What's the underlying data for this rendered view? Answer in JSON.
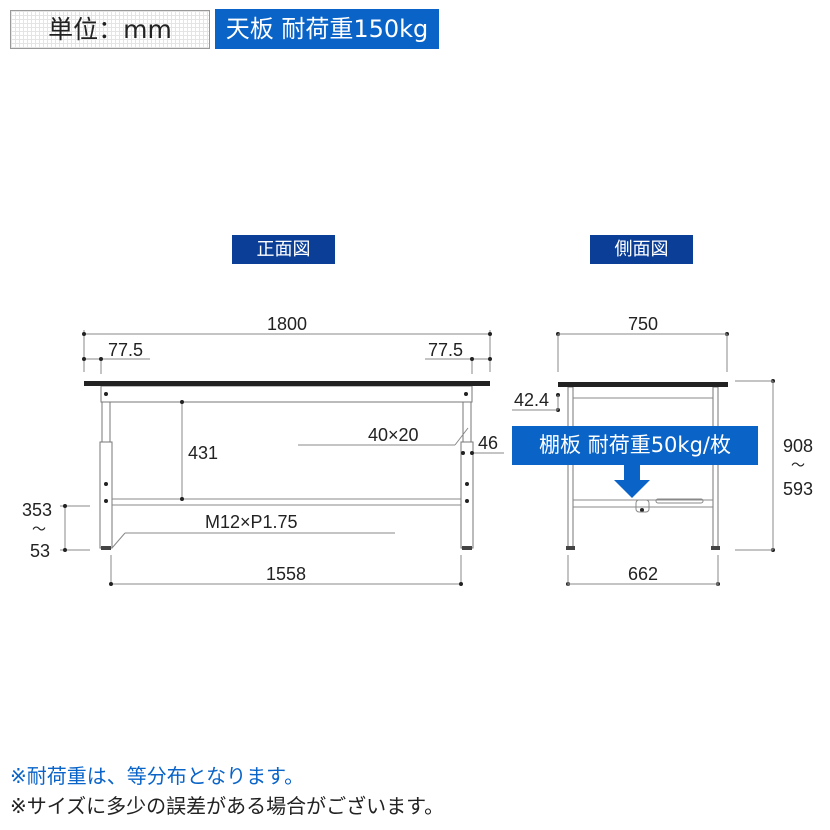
{
  "header": {
    "unit_label": "単位：mm",
    "tabletop_load": "天板 耐荷重150kg"
  },
  "views": {
    "front": "正面図",
    "side": "側面図"
  },
  "front_dims": {
    "width": "1800",
    "offset_left": "77.5",
    "offset_right": "77.5",
    "apron_to_bar": "431",
    "frame": "40×20",
    "leg": "46",
    "adjust_max": "353",
    "tilde": "～",
    "adjust_min": "53",
    "bolt": "M12×P1.75",
    "inner_width": "1558"
  },
  "side_dims": {
    "depth": "750",
    "apron": "42.4",
    "height_max": "908",
    "tilde": "～",
    "height_min": "593",
    "inner_depth": "662"
  },
  "shelf_load": "棚板 耐荷重50kg/枚",
  "notes": [
    "※耐荷重は、等分布となります。",
    "※サイズに多少の誤差がある場合がございます。"
  ],
  "colors": {
    "blue": "#0a64c8",
    "navy": "#0b3f97"
  }
}
